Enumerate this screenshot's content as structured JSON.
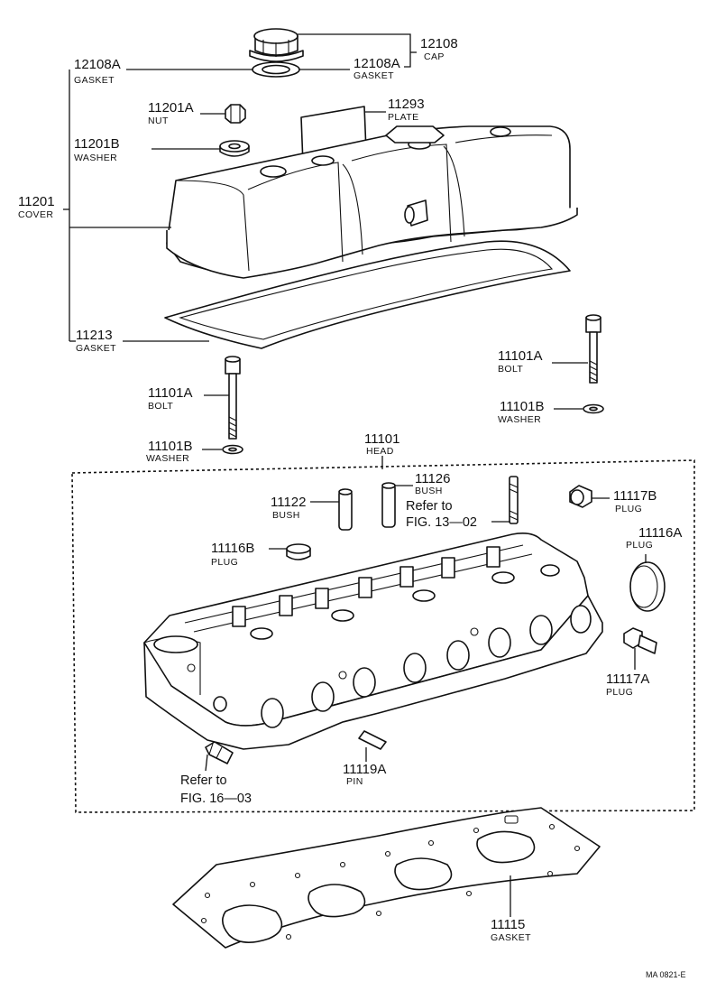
{
  "parts": {
    "cap_12108": {
      "number": "12108",
      "name": "CAP"
    },
    "gasket_12108a_r": {
      "number": "12108A",
      "name": "GASKET"
    },
    "gasket_12108a_l": {
      "number": "12108A",
      "name": "GASKET"
    },
    "nut_11201a": {
      "number": "11201A",
      "name": "NUT"
    },
    "plate_11293": {
      "number": "11293",
      "name": "PLATE"
    },
    "washer_11201b": {
      "number": "11201B",
      "name": "WASHER"
    },
    "cover_11201": {
      "number": "11201",
      "name": "COVER"
    },
    "gasket_11213": {
      "number": "11213",
      "name": "GASKET"
    },
    "bolt_11101a_r": {
      "number": "11101A",
      "name": "BOLT"
    },
    "washer_11101b_r": {
      "number": "11101B",
      "name": "WASHER"
    },
    "bolt_11101a_l": {
      "number": "11101A",
      "name": "BOLT"
    },
    "washer_11101b_l": {
      "number": "11101B",
      "name": "WASHER"
    },
    "head_11101": {
      "number": "11101",
      "name": "HEAD"
    },
    "bush_11126": {
      "number": "11126",
      "name": "BUSH"
    },
    "bush_11122": {
      "number": "11122",
      "name": "BUSH"
    },
    "plug_11117b": {
      "number": "11117B",
      "name": "PLUG"
    },
    "plug_11116a": {
      "number": "11116A",
      "name": "PLUG"
    },
    "plug_11116b": {
      "number": "11116B",
      "name": "PLUG"
    },
    "plug_11117a": {
      "number": "11117A",
      "name": "PLUG"
    },
    "pin_11119a": {
      "number": "11119A",
      "name": "PIN"
    },
    "gasket_11115": {
      "number": "11115",
      "name": "GASKET"
    }
  },
  "references": {
    "fig_13_02": {
      "line1": "Refer to",
      "line2": "FIG. 13—02"
    },
    "fig_16_03": {
      "line1": "Refer to",
      "line2": "FIG. 16—03"
    }
  },
  "drawing_code": "MA 0821-E"
}
